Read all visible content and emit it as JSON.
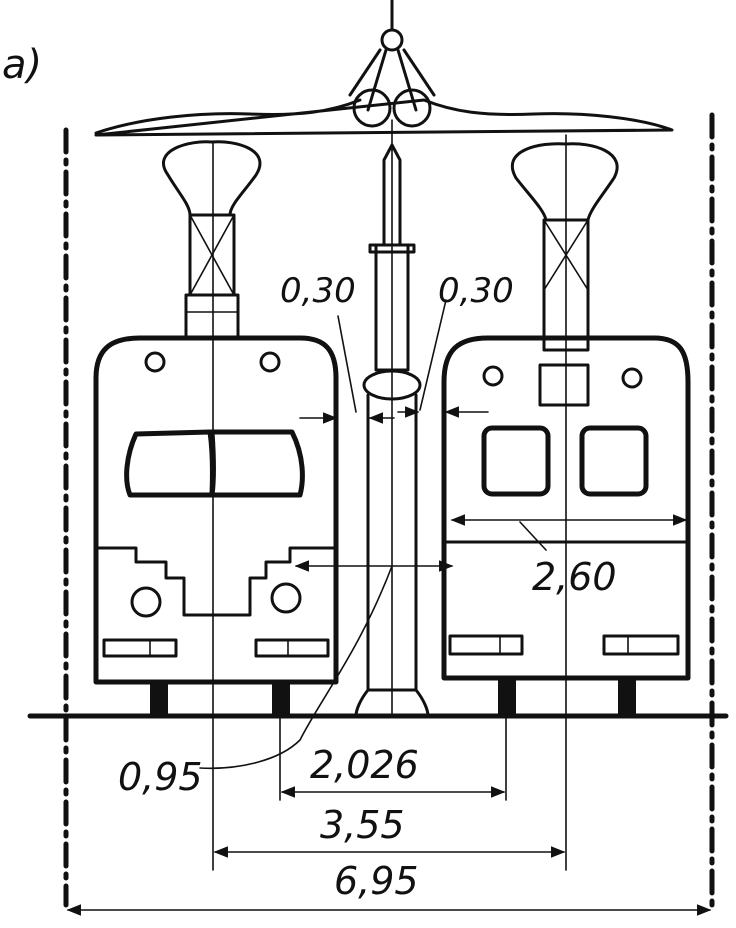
{
  "figure": {
    "panel_label": "a)",
    "dimensions": {
      "clearance_left": "0,30",
      "clearance_right": "0,30",
      "bus_width": "2,60",
      "pole_offset": "0,95",
      "wheel_spacing": "2,026",
      "track_centers": "3,55",
      "overall_width": "6,95"
    }
  },
  "colors": {
    "ink": "#111111",
    "paper": "#ffffff"
  }
}
